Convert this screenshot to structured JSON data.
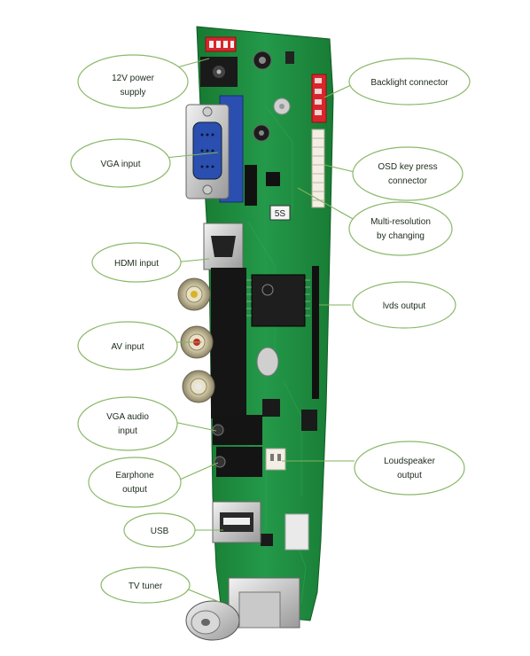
{
  "labels": {
    "power": [
      "12V power",
      "supply"
    ],
    "vga": [
      "VGA input"
    ],
    "hdmi": [
      "HDMI input"
    ],
    "av": [
      "AV input"
    ],
    "vga_audio": [
      "VGA audio",
      "input"
    ],
    "earphone": [
      "Earphone",
      "output"
    ],
    "usb": [
      "USB"
    ],
    "tuner": [
      "TV tuner"
    ],
    "backlight": [
      "Backlight connector"
    ],
    "osd": [
      "OSD key press",
      "connector"
    ],
    "multires": [
      "Multi-resolution",
      "by changing"
    ],
    "lvds": [
      "lvds output"
    ],
    "speaker": [
      "Loudspeaker",
      "output"
    ]
  },
  "board": {
    "silk_5s": "5S",
    "colors": {
      "pcb": "#1f8a3a",
      "pcb_dark": "#166b2c",
      "callout_border": "#8bb86a",
      "leader": "#7fb35c",
      "connector_red": "#d8262c",
      "vga_blue": "#2a4fb0"
    }
  }
}
